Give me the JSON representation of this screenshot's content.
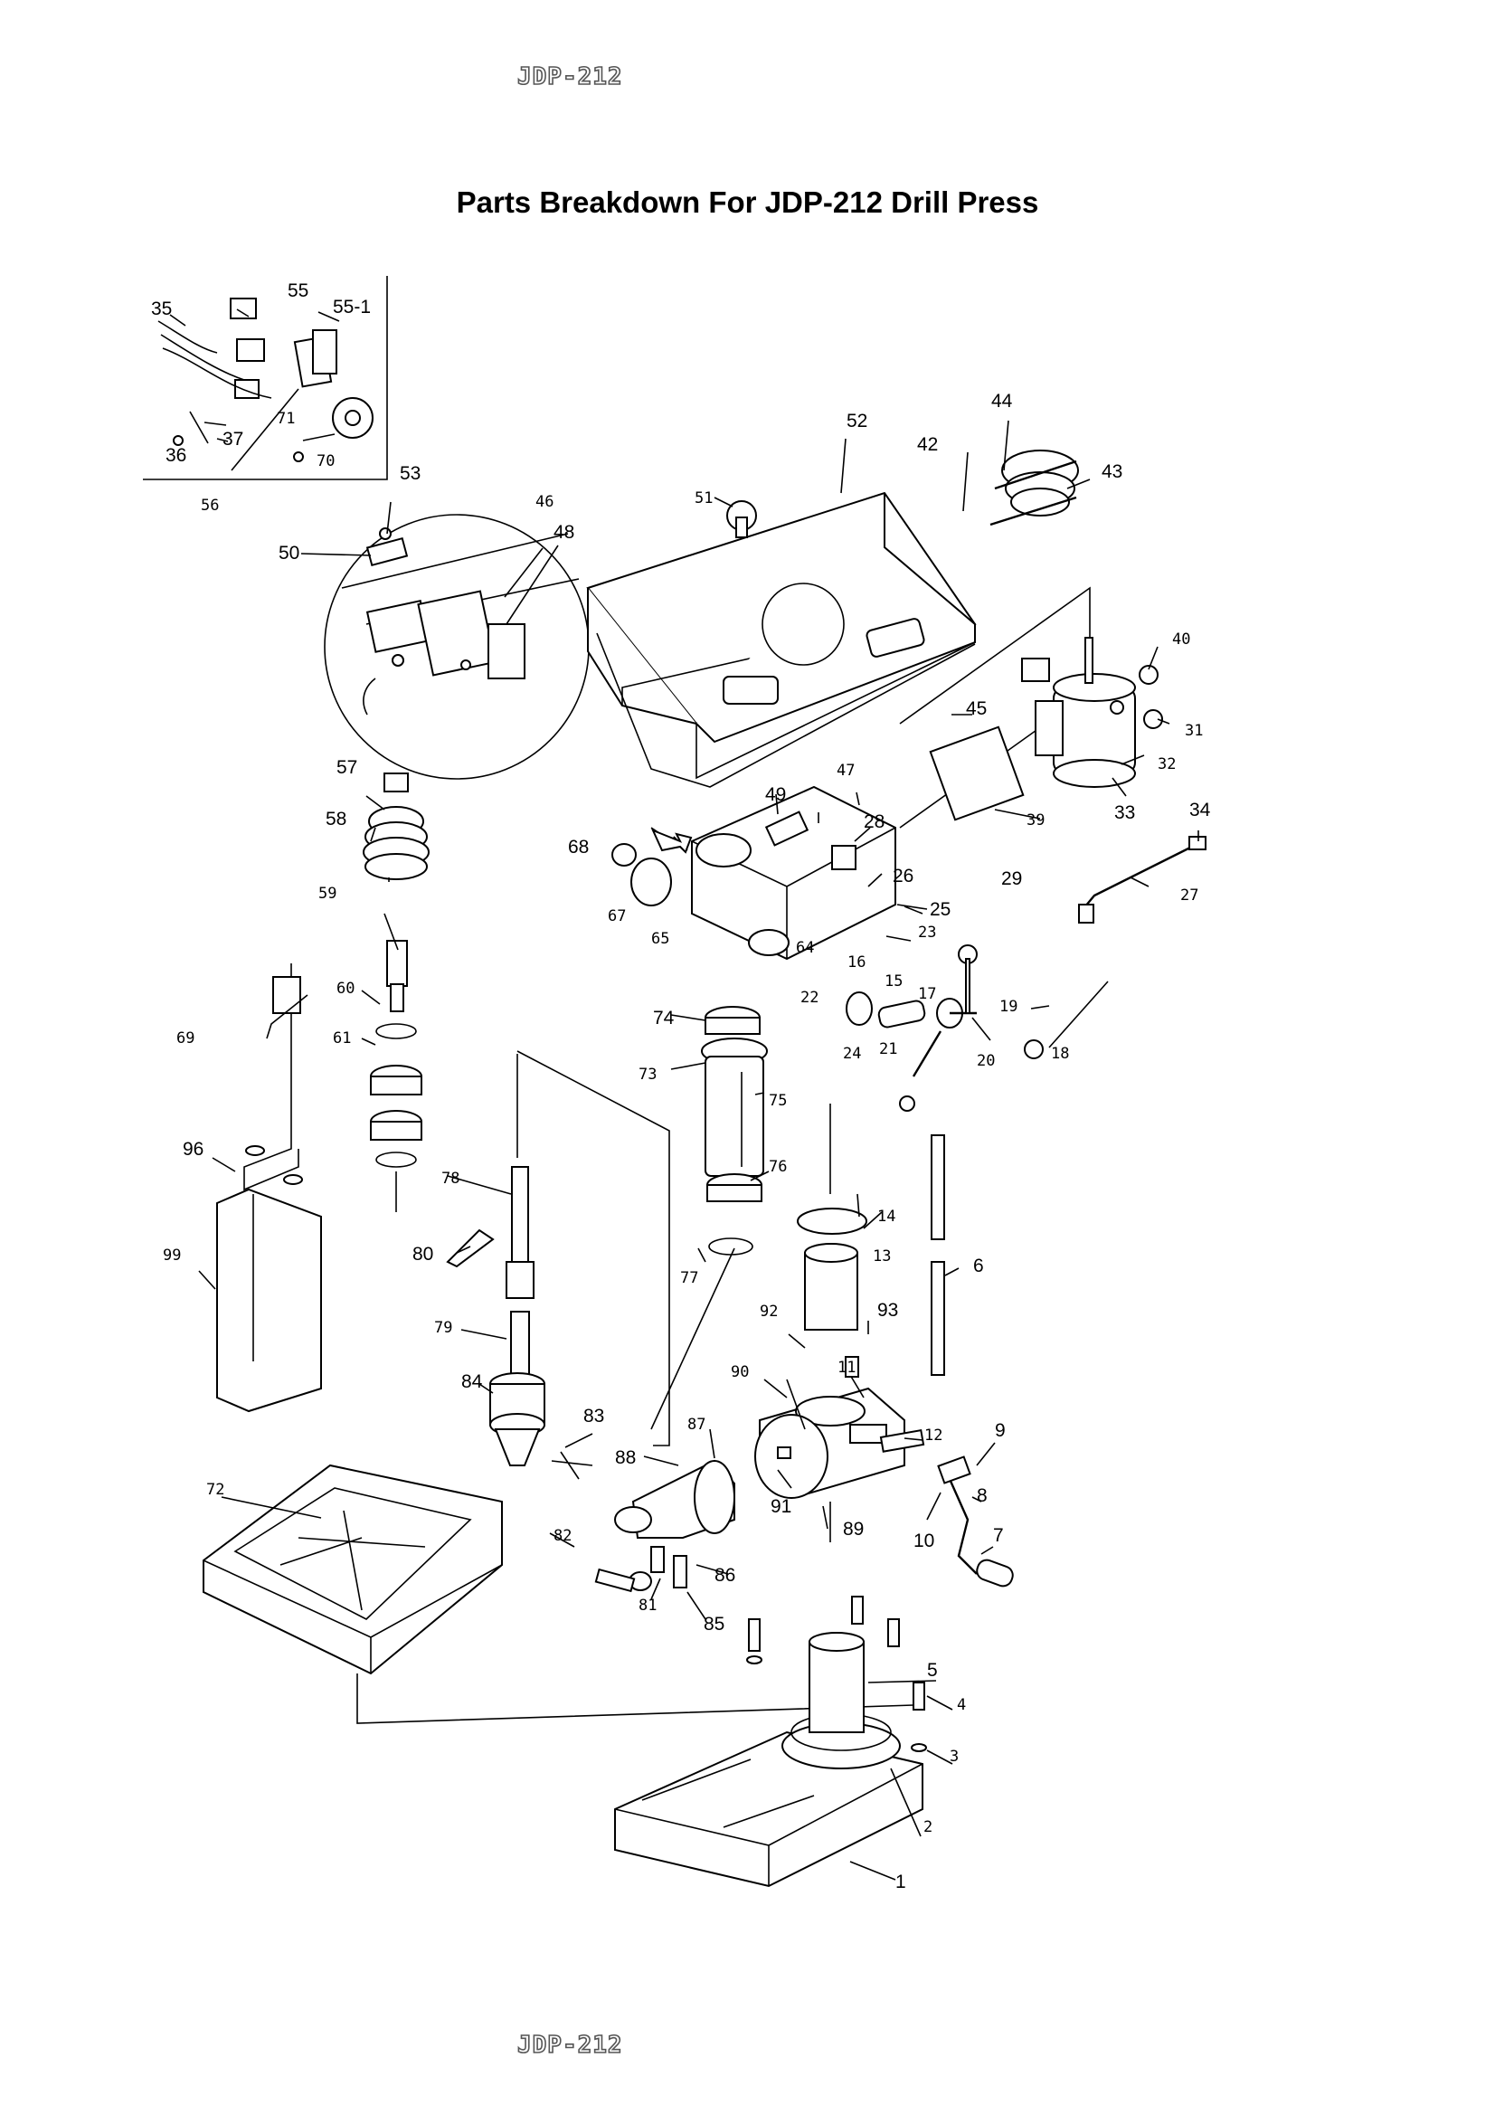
{
  "header": {
    "code": "JDP-212"
  },
  "title": "Parts Breakdown For JDP-212 Drill Press",
  "footer": {
    "code": "JDP-212"
  },
  "callouts": {
    "c1": "1",
    "c2": "2",
    "c3": "3",
    "c4": "4",
    "c5": "5",
    "c6": "6",
    "c7": "7",
    "c8": "8",
    "c9": "9",
    "c10": "10",
    "c11": "11",
    "c12": "12",
    "c13": "13",
    "c14": "14",
    "c15": "15",
    "c16": "16",
    "c17": "17",
    "c18": "18",
    "c19": "19",
    "c20": "20",
    "c21": "21",
    "c22": "22",
    "c23": "23",
    "c24": "24",
    "c25": "25",
    "c26": "26",
    "c27": "27",
    "c28": "28",
    "c29": "29",
    "c31": "31",
    "c32": "32",
    "c33": "33",
    "c34": "34",
    "c35": "35",
    "c36": "36",
    "c37": "37",
    "c39": "39",
    "c40": "40",
    "c42": "42",
    "c43": "43",
    "c44": "44",
    "c45": "45",
    "c46": "46",
    "c47": "47",
    "c48": "48",
    "c49": "49",
    "c50": "50",
    "c51": "51",
    "c52": "52",
    "c53": "53",
    "c55": "55",
    "c551": "55-1",
    "c56": "56",
    "c57": "57",
    "c58": "58",
    "c59": "59",
    "c60": "60",
    "c61": "61",
    "c64": "64",
    "c65": "65",
    "c67": "67",
    "c68": "68",
    "c69": "69",
    "c70": "70",
    "c71": "71",
    "c72": "72",
    "c73": "73",
    "c74": "74",
    "c75": "75",
    "c76": "76",
    "c77": "77",
    "c78": "78",
    "c79": "79",
    "c80": "80",
    "c81": "81",
    "c82": "82",
    "c83": "83",
    "c84": "84",
    "c85": "85",
    "c86": "86",
    "c87": "87",
    "c88": "88",
    "c89": "89",
    "c90": "90",
    "c91": "91",
    "c92": "92",
    "c93": "93",
    "c96": "96",
    "c99": "99"
  }
}
